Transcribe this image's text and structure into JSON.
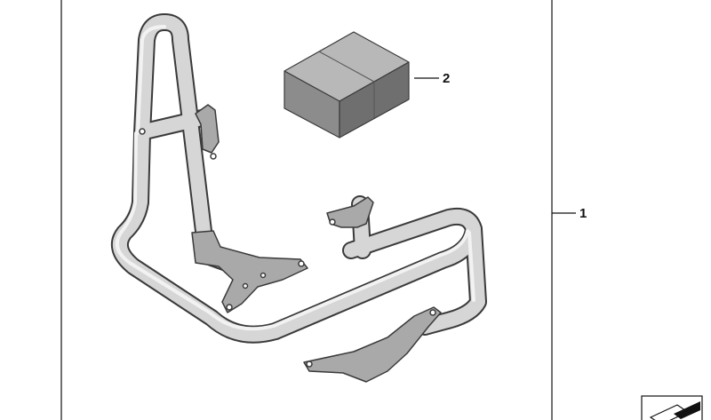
{
  "callouts": [
    {
      "number": "1",
      "part": "crash-bar-assembly"
    },
    {
      "number": "2",
      "part": "fastener-kit-box"
    }
  ],
  "icons": {
    "corner_badge": "corner-badge-icon"
  },
  "colors": {
    "frame_line": "#111111",
    "tube_outline": "#3a3a3a",
    "tube_fill": "#d6d6d6",
    "tube_highlight": "#f2f2f2",
    "bracket_fill": "#a9a9a9",
    "box_top": "#b8b8b8",
    "box_front": "#8c8c8c",
    "box_side": "#6f6f6f"
  }
}
